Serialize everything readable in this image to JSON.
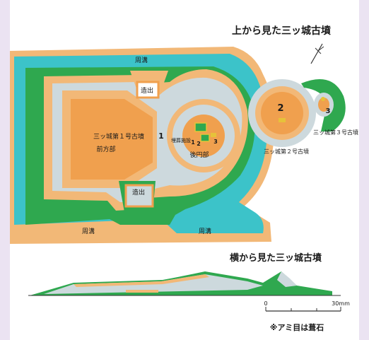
{
  "top_view_title": "上から見た三ッ城古墳",
  "side_view_title": "横から見た三ッ城古墳",
  "labels": {
    "moat_top": "周溝",
    "moat_bottom_left": "周溝",
    "moat_bottom_right": "周溝",
    "projection_top": "造出",
    "projection_bottom": "造出",
    "mound1_name": "三ッ城第１号古墳",
    "mound1_number": "1",
    "front_part": "前方部",
    "rear_part": "後円部",
    "burial_facility": "埋葬施設",
    "burial_num_1": "1",
    "burial_num_2": "2",
    "burial_num_3": "3",
    "mound2_number": "2",
    "mound2_name": "三ッ城第２号古墳",
    "mound3_number": "3",
    "mound3_name": "三ッ城第３号古墳"
  },
  "scale_bar": {
    "start": "0",
    "end": "30mm"
  },
  "legend_note": "※アミ目は葺石",
  "colors": {
    "moat_water": "#3cc3c9",
    "green_slope": "#2fa84f",
    "terrace": "#f2b877",
    "stone_mesh": "#cdd9dd",
    "mound_top": "#f0a04e",
    "page_edge": "#ebe3f2"
  }
}
